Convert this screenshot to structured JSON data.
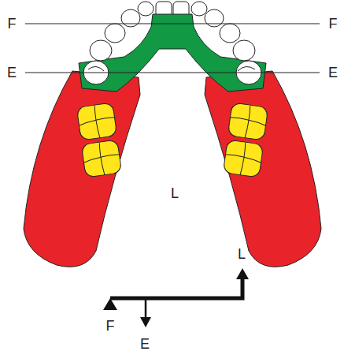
{
  "diagram": {
    "labels": [
      "F",
      "F",
      "E",
      "E",
      "L",
      "L",
      "F",
      "E"
    ]
  }
}
